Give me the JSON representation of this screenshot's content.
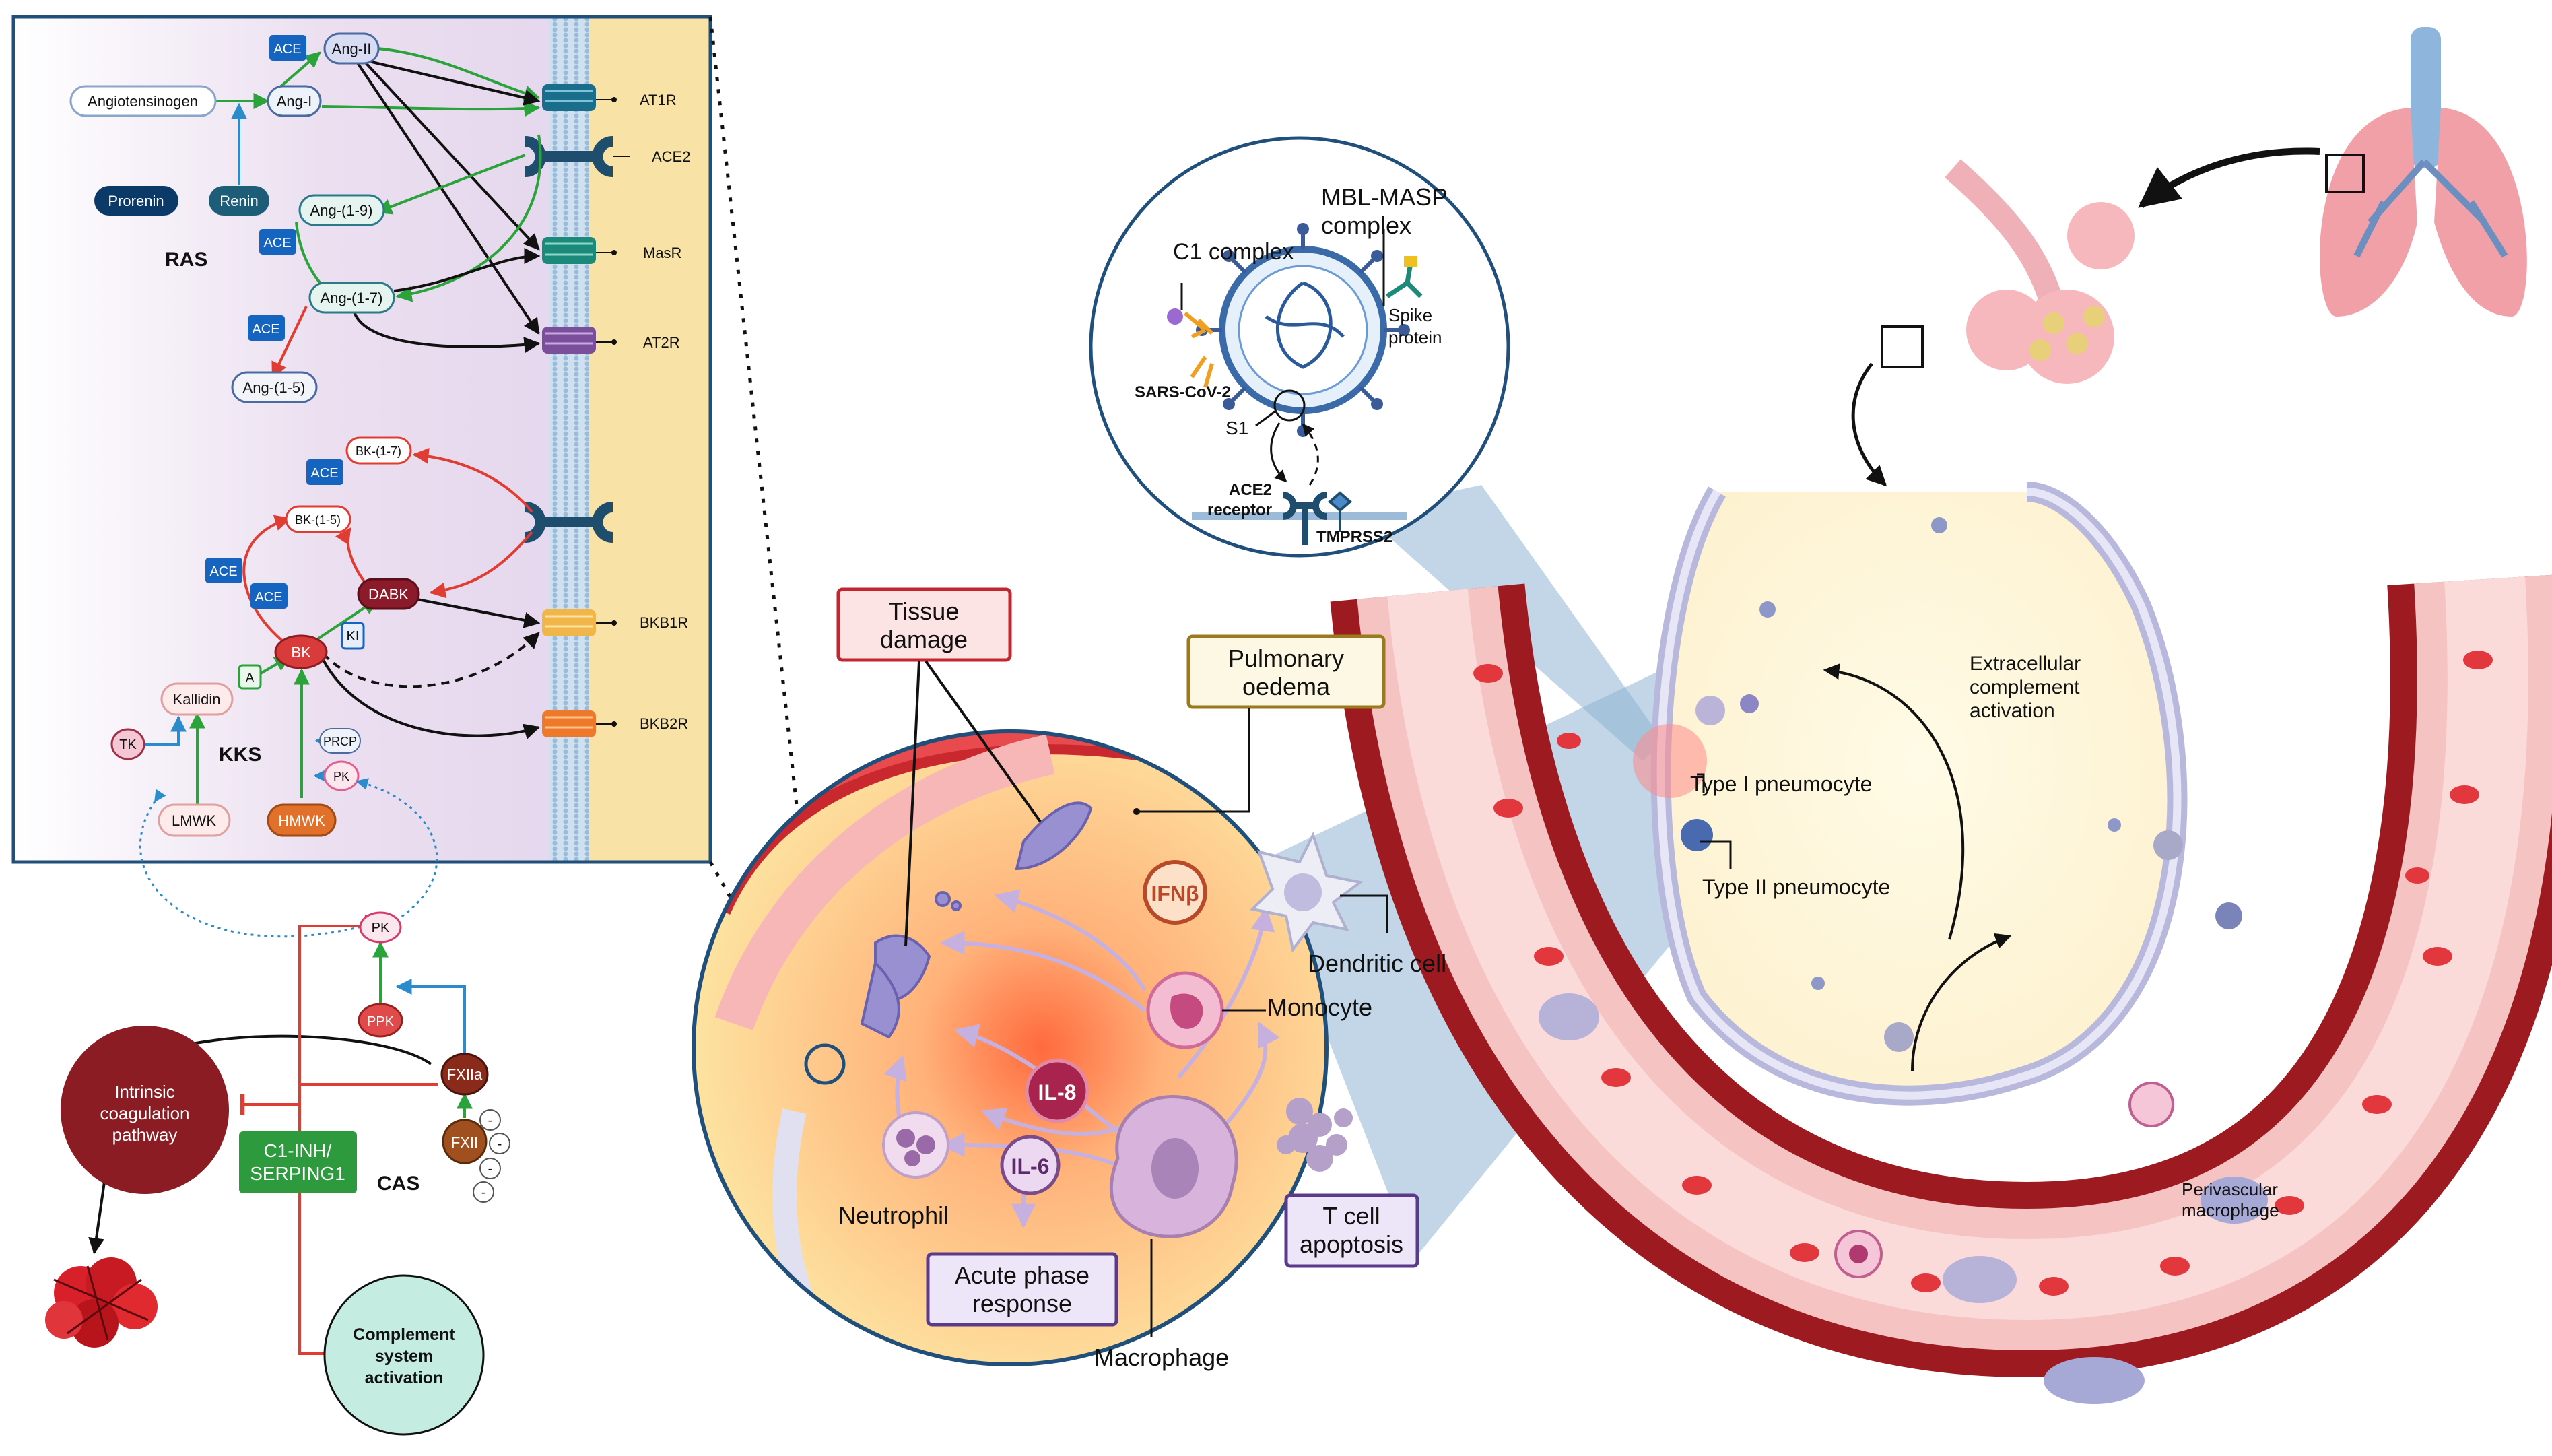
{
  "figure": {
    "ras": {
      "title": "RAS",
      "angiotensinogen": "Angiotensinogen",
      "prorenin": "Prorenin",
      "renin": "Renin",
      "ang1": "Ang-I",
      "ang2": "Ang-II",
      "ang19": "Ang-(1-9)",
      "ang17": "Ang-(1-7)",
      "ang15": "Ang-(1-5)",
      "ace": "ACE",
      "ace2": "ACE2",
      "at1r": "AT1R",
      "masr": "MasR",
      "at2r": "AT2R"
    },
    "kks": {
      "title": "KKS",
      "bk17": "BK-(1-7)",
      "bk15": "BK-(1-5)",
      "dabk": "DABK",
      "ki": "KI",
      "bk": "BK",
      "a": "A",
      "kallidin": "Kallidin",
      "tk": "TK",
      "lmwk": "LMWK",
      "prcp": "PRCP",
      "pk": "PK",
      "hmwk": "HMWK",
      "bkb1r": "BKB1R",
      "bkb2r": "BKB2R"
    },
    "cas": {
      "title": "CAS",
      "pk": "PK",
      "ppk": "PPK",
      "fxiia": "FXIIa",
      "fxii": "FXII",
      "minus": "-",
      "c1inh_line1": "C1-INH/",
      "c1inh_line2": "SERPING1",
      "intrinsic": [
        "Intrinsic",
        "coagulation",
        "pathway"
      ],
      "complement": [
        "Complement",
        "system",
        "activation"
      ]
    },
    "virus": {
      "mbl_masp": [
        "MBL-MASP",
        "complex"
      ],
      "c1_complex": "C1 complex",
      "spike": [
        "Spike",
        "protein"
      ],
      "sars": "SARS-CoV-2",
      "s1": "S1",
      "ace2_receptor": [
        "ACE2",
        "receptor"
      ],
      "tmprss2": "TMPRSS2"
    },
    "inflammation": {
      "tissue_damage": [
        "Tissue",
        "damage"
      ],
      "pulmonary_oedema": [
        "Pulmonary",
        "oedema"
      ],
      "ifnb": "IFNβ",
      "dendritic": "Dendritic cell",
      "monocyte": "Monocyte",
      "il8": "IL-8",
      "il6": "IL-6",
      "neutrophil": "Neutrophil",
      "macrophage": "Macrophage",
      "acute_phase": [
        "Acute phase",
        "response"
      ],
      "t_cell": [
        "T cell",
        "apoptosis"
      ]
    },
    "alveolus": {
      "extracellular": [
        "Extracellular",
        "complement",
        "activation"
      ],
      "type1": "Type I pneumocyte",
      "type2": "Type II pneumocyte",
      "perivascular": [
        "Perivascular",
        "macrophage"
      ]
    }
  },
  "colors": {
    "ace_blue": "#1565c0",
    "renin_teal": "#1e5d78",
    "bk_red": "#d32f2f",
    "dabk_maroon": "#8b1a2b",
    "hmwk_orange": "#e0702a",
    "c1inh_green": "#2e9a3e",
    "intrinsic_maroon": "#8b1c24",
    "complement_mint": "#c4ece0",
    "arrow_green": "#2aa33a",
    "arrow_red": "#e03c31",
    "arrow_blue": "#2b8bcb",
    "tissue_box": "#c2262e",
    "oedema_box": "#9a7a1c",
    "acute_box": "#5b3a8c"
  }
}
